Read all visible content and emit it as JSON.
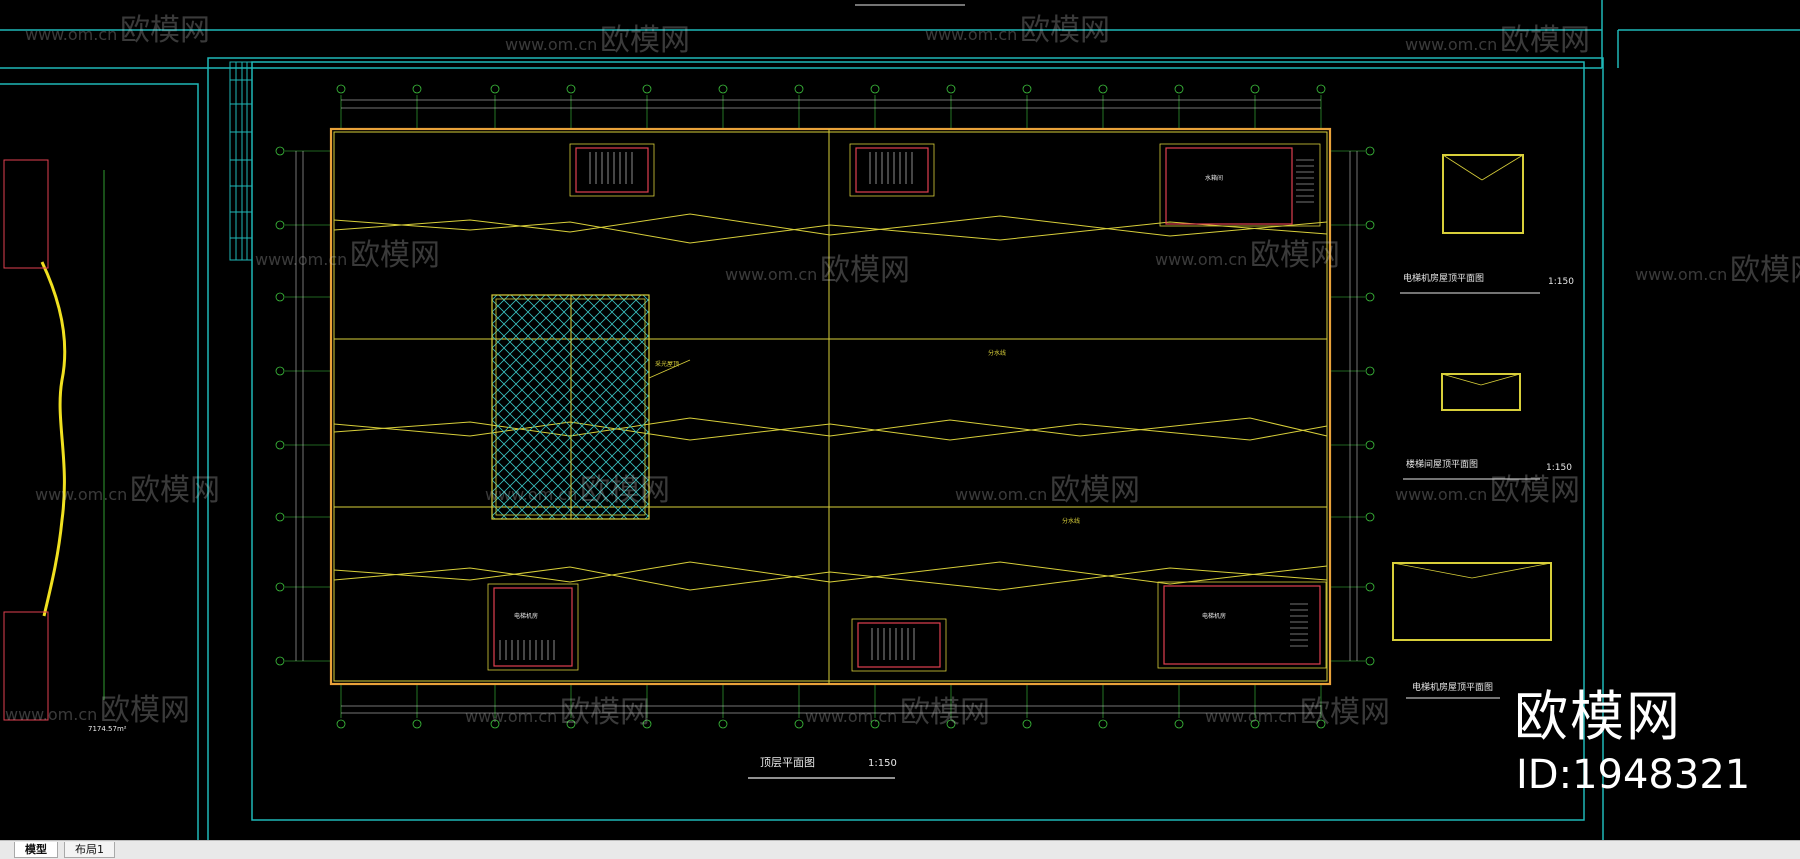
{
  "drawing": {
    "main_title": "顶层平面图",
    "main_scale": "1:150",
    "side_view_1_title": "电梯机房屋顶平面图",
    "side_view_1_scale": "1:150",
    "side_view_2_title": "楼梯间屋顶平面图",
    "side_view_2_scale": "1:150",
    "side_view_3_title": "电梯机房屋顶平面图",
    "left_area_label": "7174.57m²",
    "interior_labels": {
      "skylight": "采光屋顶",
      "machine_room_top": "水箱间",
      "machine_room_bottom_left": "电梯机房",
      "machine_room_bottom_right": "电梯机房",
      "ridge_label_top": "分水线",
      "ridge_label_bottom": "分水线"
    }
  },
  "watermark": {
    "brand_cn": "欧模网",
    "url": "www.om.cn",
    "id_label": "ID:1948321"
  },
  "tabs": [
    {
      "label": "模型",
      "active": true
    },
    {
      "label": "布局1",
      "active": false
    }
  ],
  "colors": {
    "background": "#000000",
    "frame_cyan": "#1fb7b7",
    "wall_yellow": "#d8cf3a",
    "grid_green": "#3ec53e",
    "dimension_white": "#e8e8e8",
    "room_red": "#e04050",
    "hatch_cyan": "#39c0c0"
  }
}
